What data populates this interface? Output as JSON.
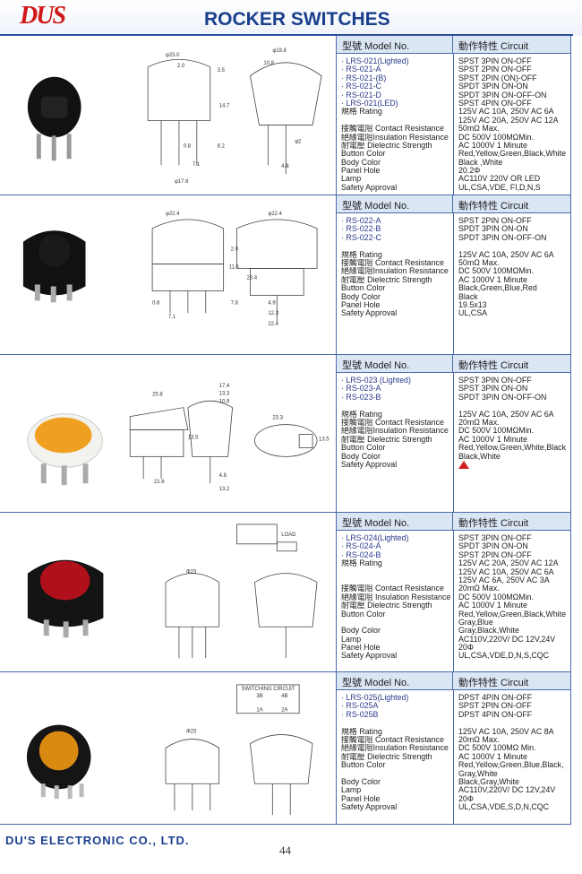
{
  "header": {
    "logo": "DUS",
    "title": "ROCKER SWITCHES"
  },
  "table_headers": {
    "model": "型號 Model No.",
    "circuit": "動作特性 Circuit"
  },
  "sections": [
    {
      "rows": [
        [
          "· LRS-021(Lighted)",
          "SPST 3PIN ON-OFF",
          "m"
        ],
        [
          "· RS-021-A",
          "SPST 2PIN ON-OFF",
          "m"
        ],
        [
          "· RS-021-(B)",
          "SPST 2PIN (ON)-OFF",
          "m"
        ],
        [
          "· RS-021-C",
          "SPDT 3PIN ON-ON",
          "m"
        ],
        [
          "· RS-021-D",
          "SPDT 3PIN ON-OFF-ON",
          "m"
        ],
        [
          "· LRS-021(LED)",
          "SPST 4PIN ON-OFF",
          "m"
        ],
        [
          "規格 Rating",
          "125V AC 10A, 250V AC 6A",
          ""
        ],
        [
          "",
          "125V AC 20A, 250V AC 12A",
          ""
        ],
        [
          "接觸電阻 Contact Resistance",
          "50mΩ Max.",
          ""
        ],
        [
          "絕緣電阻Insulation Resistance",
          "DC 500V 100MΩMin.",
          ""
        ],
        [
          "耐電壓 Dielectric Strength",
          "AC 1000V 1 Minute",
          ""
        ],
        [
          "Button Color",
          "Red,Yellow,Green,Black,White",
          ""
        ],
        [
          "Body Color",
          "Black ,White",
          ""
        ],
        [
          "Panel Hole",
          "20.2Φ",
          ""
        ],
        [
          "Lamp",
          "AC110V 220V OR LED",
          ""
        ],
        [
          "Safety Approval",
          "UL,CSA,VDE, FI,D,N,S",
          ""
        ]
      ]
    },
    {
      "rows": [
        [
          "· RS-022-A",
          "SPST 2PIN ON-OFF",
          "m"
        ],
        [
          "· RS-022-B",
          "SPDT 3PIN ON-ON",
          "m"
        ],
        [
          "· RS-022-C",
          "SPDT 3PIN ON-OFF-ON",
          "m"
        ],
        [
          "",
          "",
          ""
        ],
        [
          "規格 Rating",
          "125V AC 10A, 250V AC 6A",
          ""
        ],
        [
          "接觸電阻 Contact Resistance",
          "50mΩ Max.",
          ""
        ],
        [
          "絕緣電阻Insulation Resistance",
          "DC 500V 100MΩMin.",
          ""
        ],
        [
          "耐電壓 Dielectric Strength",
          "AC 1000V 1 Minute",
          ""
        ],
        [
          "Button Color",
          "Black,Green,Blue,Red",
          ""
        ],
        [
          "Body Color",
          "Black",
          ""
        ],
        [
          "Panel Hole",
          "19.5x13",
          ""
        ],
        [
          "Safety Approval",
          "UL,CSA",
          ""
        ]
      ]
    },
    {
      "rows": [
        [
          "· LRS-023 (Lighted)",
          "SPST 3PIN ON-OFF",
          "m"
        ],
        [
          "· RS-023-A",
          "SPST 3PIN ON-ON",
          "m"
        ],
        [
          "· RS-023-B",
          "SPDT 3PIN ON-OFF-ON",
          "m"
        ],
        [
          "",
          "",
          ""
        ],
        [
          "規格 Rating",
          "125V AC 10A, 250V AC 6A",
          ""
        ],
        [
          "接觸電阻 Contact Resistance",
          "20mΩ Max.",
          ""
        ],
        [
          "絕緣電阻Insulation Resistance",
          "DC 500V 100MΩMin.",
          ""
        ],
        [
          "耐電壓 Dielectric Strength",
          "AC 1000V 1 Minute",
          ""
        ],
        [
          "Button Color",
          "Red,Yellow,Green,White,Black",
          ""
        ],
        [
          "Body Color",
          "Black,White",
          ""
        ],
        [
          "Safety Approval",
          "",
          "tri"
        ]
      ]
    },
    {
      "rows": [
        [
          "· LRS-024(Lighted)",
          "SPST 3PIN ON-OFF",
          "m"
        ],
        [
          "· RS-024-A",
          "SPDT 3PIN ON-ON",
          "m"
        ],
        [
          "· RS-024-B",
          "SPST 2PIN ON-OFF",
          "m"
        ],
        [
          "規格 Rating",
          "125V AC 20A, 250V AC 12A",
          ""
        ],
        [
          "",
          "125V AC 10A, 250V AC 6A",
          ""
        ],
        [
          "",
          "125V AC 6A, 250V AC 3A",
          ""
        ],
        [
          "接觸電阻 Contact Resistance",
          "20mΩ Max.",
          ""
        ],
        [
          "絕緣電阻 Insulation Resistance",
          "DC 500V 100MΩMin.",
          ""
        ],
        [
          "耐電壓 Dielectric Strength",
          "AC 1000V 1 Minute",
          ""
        ],
        [
          "Button Color",
          "Red,Yellow,Green,Black,White",
          ""
        ],
        [
          "",
          "Gray,Blue",
          ""
        ],
        [
          "Body Color",
          "Gray,Black,White",
          ""
        ],
        [
          "Lamp",
          "AC110V,220V/ DC 12V,24V",
          ""
        ],
        [
          "Panel Hole",
          "20Φ",
          ""
        ],
        [
          "Safety Approval",
          "UL,CSA,VDE,D,N,S,CQC",
          ""
        ]
      ]
    },
    {
      "rows": [
        [
          "· LRS-025(Lighted)",
          "DPST 4PIN ON-OFF",
          "m"
        ],
        [
          "· RS-025A",
          "SPST 2PIN ON-OFF",
          "m"
        ],
        [
          "· RS-025B",
          "DPST 4PIN ON-OFF",
          "m"
        ],
        [
          "",
          "",
          ""
        ],
        [
          "規格 Rating",
          "125V AC 10A, 250V AC 8A",
          ""
        ],
        [
          "接觸電阻 Contact Resistance",
          "20mΩ Max.",
          ""
        ],
        [
          "絕緣電阻Insulation Resistance",
          "DC 500V 100MΩ Min.",
          ""
        ],
        [
          "耐電壓 Dielectric Strength",
          "AC 1000V 1 Minute",
          ""
        ],
        [
          "Button Color",
          "Red,Yellow,Green,Blue,Black,",
          ""
        ],
        [
          "",
          "Gray,White",
          ""
        ],
        [
          "Body Color",
          "Black,Gray,White",
          ""
        ],
        [
          "Lamp",
          "AC110V,220V/ DC 12V,24V",
          ""
        ],
        [
          "Panel Hole",
          "20Φ",
          ""
        ],
        [
          "Safety Approval",
          "UL,CSA,VDE,S,D,N,CQC",
          ""
        ]
      ]
    }
  ],
  "drawings": {
    "s1": [
      "φ23.0",
      "2.0",
      "3.5",
      "φ19.8",
      "10.8",
      "14.7",
      "8.2",
      "0.8",
      "7.1",
      "φ17.6",
      "4.8",
      "φ2"
    ],
    "s2": [
      "φ22.4",
      "φ22.4",
      "2.0",
      "11.6",
      "23.4",
      "7.8",
      "0.8",
      "7.1",
      "4.9",
      "12.3",
      "22.4"
    ],
    "s3": [
      "25.8",
      "17.4",
      "13.3",
      "10.9",
      "23.3",
      "13.5",
      "13.5",
      "21.6",
      "13.2",
      "4.8"
    ],
    "s4": [
      "LOAD",
      "Φ23"
    ],
    "s5": [
      "SWITCHING CIRCUIT",
      "3B",
      "4B",
      "1A",
      "2A",
      "Φ23"
    ]
  },
  "footer": {
    "company": "DU'S ELECTRONIC CO., LTD.",
    "page": "44"
  }
}
